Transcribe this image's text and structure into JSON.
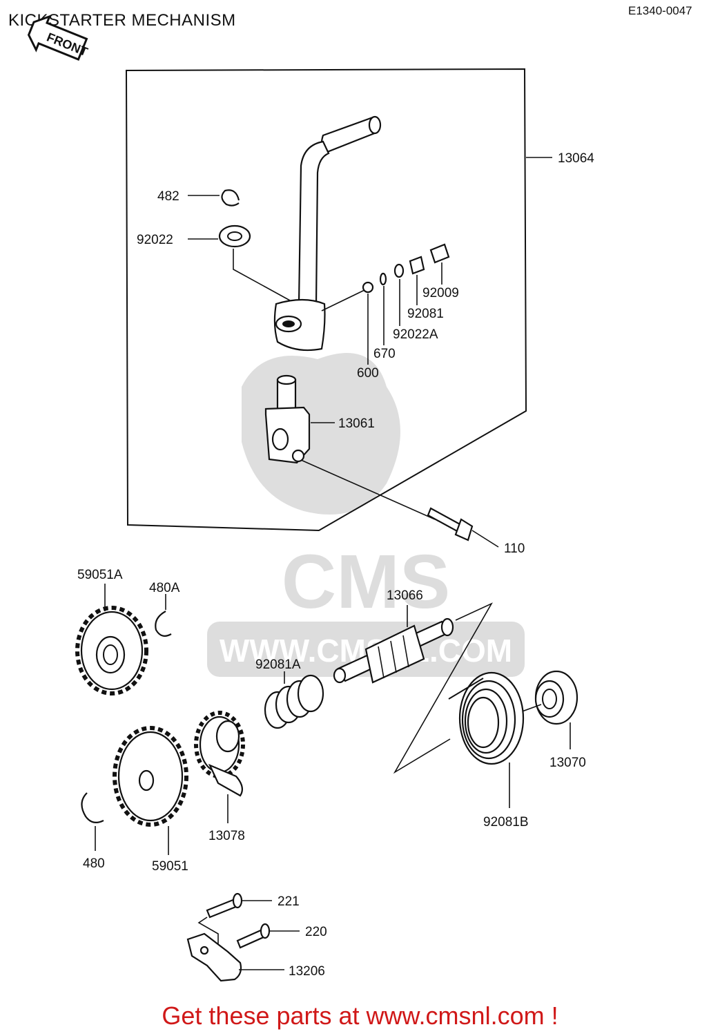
{
  "header": {
    "title": "KICKSTARTER MECHANISM",
    "ref_code": "E1340-0047",
    "front_label": "FRONT"
  },
  "watermark": {
    "logo_text": "CMS",
    "url_text": "WWW.CMSNL.COM"
  },
  "parts": {
    "p13064": "13064",
    "p482": "482",
    "p92022": "92022",
    "p92009": "92009",
    "p92081": "92081",
    "p92022A": "92022A",
    "p670": "670",
    "p600": "600",
    "p13061": "13061",
    "p110": "110",
    "p59051A": "59051A",
    "p480A": "480A",
    "p13066": "13066",
    "p92081A": "92081A",
    "p13070": "13070",
    "p92081B": "92081B",
    "p13078": "13078",
    "p480": "480",
    "p59051": "59051",
    "p221": "221",
    "p220": "220",
    "p13206": "13206"
  },
  "footer": {
    "cta": "Get these parts at www.cmsnl.com !"
  }
}
